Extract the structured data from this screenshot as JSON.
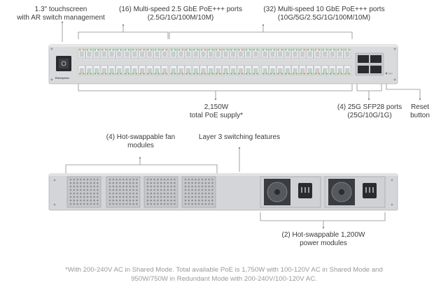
{
  "front_labels": {
    "touchscreen": [
      "1.3\" touchscreen",
      "with AR switch management"
    ],
    "ports_2_5g": [
      "(16) Multi-speed 2.5 GbE PoE+++ ports",
      "(2.5G/1G/100M/10M)"
    ],
    "ports_10g": [
      "(32) Multi-speed 10 GbE PoE+++ ports",
      "(10G/5G/2.5G/1G/100M/10M)"
    ],
    "poe_supply": [
      "2,150W",
      "total PoE supply*"
    ],
    "sfp28": [
      "(4) 25G SFP28 ports",
      "(25G/10G/1G)"
    ],
    "reset": [
      "Reset",
      "button"
    ]
  },
  "rear_labels": {
    "fans": [
      "(4) Hot-swappable fan",
      "modules"
    ],
    "layer3": "Layer 3 switching features",
    "power": [
      "(2) Hot-swappable 1,200W",
      "power modules"
    ]
  },
  "device": {
    "brand": "Enterprise"
  },
  "footnote": [
    "*With 200-240V AC in Shared Mode. Total available PoE is 1,750W with 100-120V AC in Shared Mode and",
    "950W/750W in Redundant Mode with 200-240V/100-120V AC."
  ],
  "colors": {
    "chassis": "#d9dadc",
    "port_led": "#5cb85c",
    "port_led_alt": "#e07a3a",
    "bracket": "#8a8a8a"
  }
}
